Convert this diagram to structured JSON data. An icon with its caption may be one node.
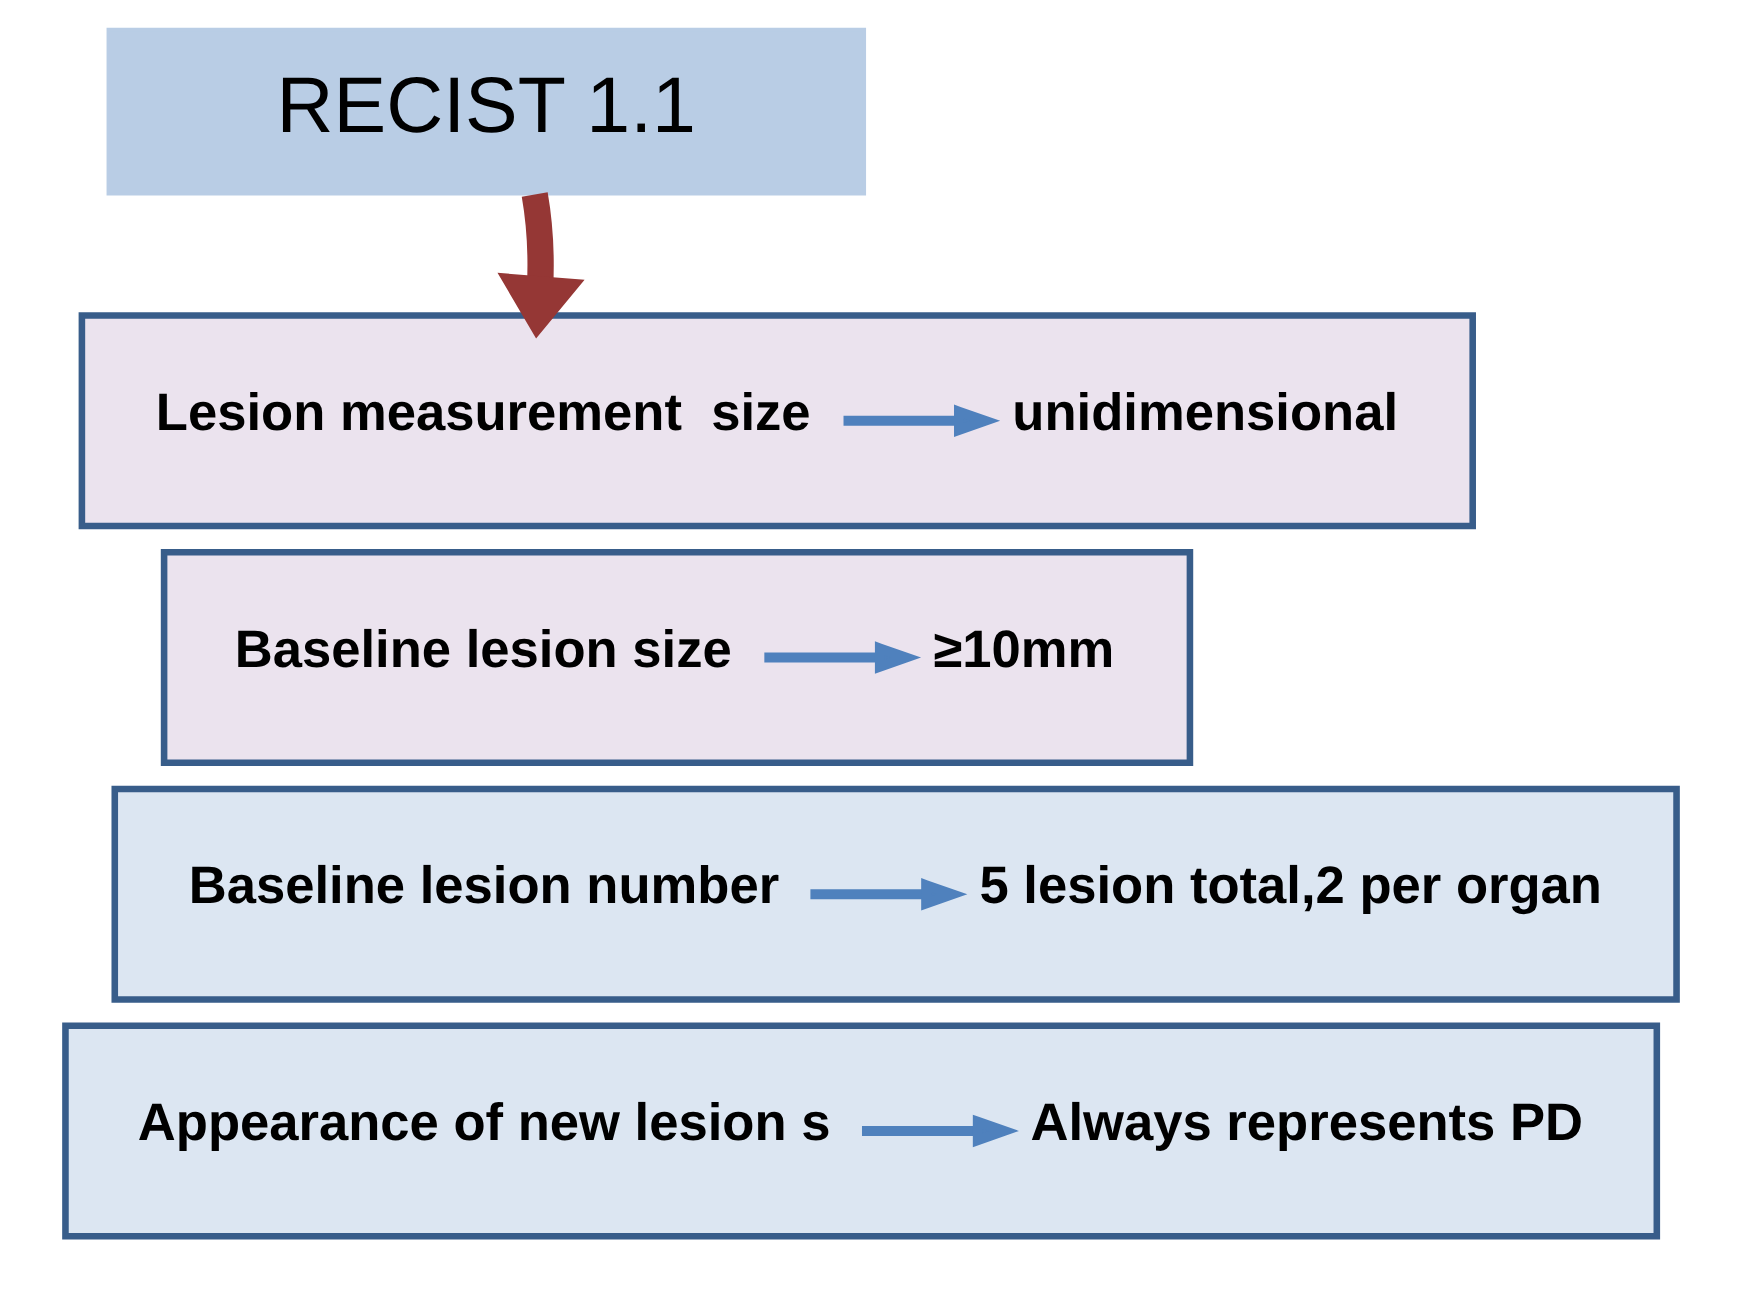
{
  "diagram": {
    "nodes": [
      {
        "text": [
          "RECIST 1.1"
        ]
      },
      {
        "text": [],
        "shape": "box"
      },
      {
        "text": [
          "Lesion measurement  size"
        ],
        "in": 1
      },
      {
        "text": [
          "unidimensional"
        ],
        "in": 1
      },
      {
        "text": [],
        "shape": "box"
      },
      {
        "text": [
          "Baseline lesion size"
        ],
        "in": 4
      },
      {
        "text": [
          "≥10mm"
        ],
        "in": 4
      },
      {
        "text": [],
        "shape": "box"
      },
      {
        "text": [
          "Baseline lesion number"
        ],
        "in": 7
      },
      {
        "text": [
          "5 lesion total,2 per organ"
        ],
        "in": 7
      },
      {
        "text": [],
        "shape": "box"
      },
      {
        "text": [
          "Appearance of new lesion s"
        ],
        "in": 10
      },
      {
        "text": [
          "Always represents PD"
        ],
        "in": 10
      }
    ],
    "edges": [
      {
        "from": 0,
        "to": 1,
        "arrow": "to",
        "style": "thick",
        "color": "#953735"
      },
      {
        "from": 2,
        "to": 3,
        "arrow": "to"
      },
      {
        "from": 5,
        "to": 6,
        "arrow": "to"
      },
      {
        "from": 8,
        "to": 9,
        "arrow": "to"
      },
      {
        "from": 11,
        "to": 12,
        "arrow": "to"
      }
    ]
  }
}
